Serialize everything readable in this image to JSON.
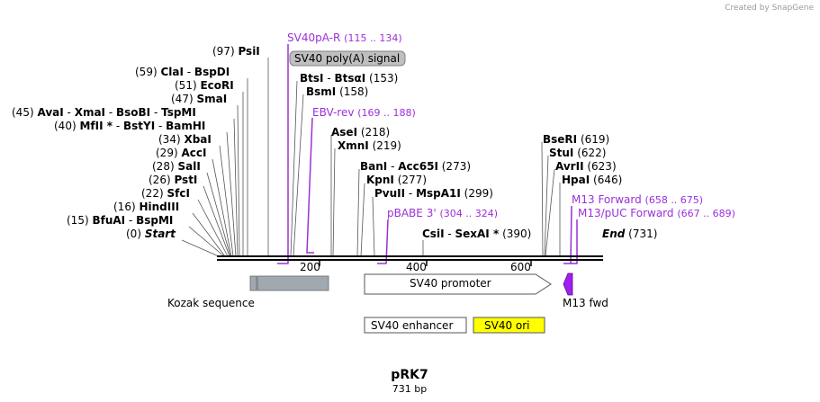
{
  "credit": "Created by SnapGene",
  "plasmid": {
    "name": "pRK7",
    "length_label": "731 bp"
  },
  "colors": {
    "primer": "#9b30d9",
    "feature_gray": "#a0a8b0",
    "ori": "#ffff00",
    "m13": "#a020f0",
    "line": "#000000"
  },
  "ruler": {
    "start": 1,
    "end": 731,
    "ticks": [
      "200",
      "400",
      "600"
    ]
  },
  "sites": [
    {
      "pos": "(97)",
      "names": [
        "PsiI"
      ]
    },
    {
      "pos": "(59)",
      "names": [
        "ClaI",
        " - ",
        "BspDI"
      ]
    },
    {
      "pos": "(51)",
      "names": [
        "EcoRI"
      ]
    },
    {
      "pos": "(47)",
      "names": [
        "SmaI"
      ]
    },
    {
      "pos": "(45)",
      "names": [
        "AvaI",
        " - ",
        "XmaI",
        " - ",
        "BsoBI",
        " - ",
        "TspMI"
      ]
    },
    {
      "pos": "(40)",
      "names": [
        "MfII *",
        " - ",
        "BstYI",
        " - ",
        "BamHI"
      ]
    },
    {
      "pos": "(34)",
      "names": [
        "XbaI"
      ]
    },
    {
      "pos": "(29)",
      "names": [
        "AccI"
      ]
    },
    {
      "pos": "(28)",
      "names": [
        "SalI"
      ]
    },
    {
      "pos": "(26)",
      "names": [
        "PstI"
      ]
    },
    {
      "pos": "(22)",
      "names": [
        "SfcI"
      ]
    },
    {
      "pos": "(16)",
      "names": [
        "HindIII"
      ]
    },
    {
      "pos": "(15)",
      "names": [
        "BfuAI",
        " - ",
        "BspMI"
      ]
    },
    {
      "pos": "(0)",
      "names": [
        "Start"
      ]
    },
    {
      "pos": "(153)",
      "names": [
        "BtsI",
        " - ",
        "BtsαI"
      ]
    },
    {
      "pos": "(158)",
      "names": [
        "BsmI"
      ]
    },
    {
      "pos": "(218)",
      "names": [
        "AseI"
      ]
    },
    {
      "pos": "(219)",
      "names": [
        "XmnI"
      ]
    },
    {
      "pos": "(273)",
      "names": [
        "BanI",
        " - ",
        "Acc65I"
      ]
    },
    {
      "pos": "(277)",
      "names": [
        "KpnI"
      ]
    },
    {
      "pos": "(299)",
      "names": [
        "PvuII",
        " - ",
        "MspA1I"
      ]
    },
    {
      "pos": "(390)",
      "names": [
        "CsiI",
        " - ",
        "SexAI *"
      ]
    },
    {
      "pos": "(619)",
      "names": [
        "BseRI"
      ]
    },
    {
      "pos": "(622)",
      "names": [
        "StuI"
      ]
    },
    {
      "pos": "(623)",
      "names": [
        "AvrII"
      ]
    },
    {
      "pos": "(646)",
      "names": [
        "HpaI"
      ]
    },
    {
      "pos": "(731)",
      "names": [
        "End"
      ]
    }
  ],
  "primers": [
    {
      "name": "SV40pA-R",
      "range": "(115 .. 134)"
    },
    {
      "name": "EBV-rev",
      "range": "(169 .. 188)"
    },
    {
      "name": "pBABE 3'",
      "range": "(304 .. 324)"
    },
    {
      "name": "M13 Forward",
      "range": "(658 .. 675)"
    },
    {
      "name": "M13/pUC Forward",
      "range": "(667 .. 689)"
    }
  ],
  "features": {
    "polyA": "SV40 poly(A) signal",
    "kozak": "Kozak sequence",
    "promoter": "SV40 promoter",
    "enhancer": "SV40 enhancer",
    "ori": "SV40 ori",
    "m13": "M13 fwd"
  }
}
